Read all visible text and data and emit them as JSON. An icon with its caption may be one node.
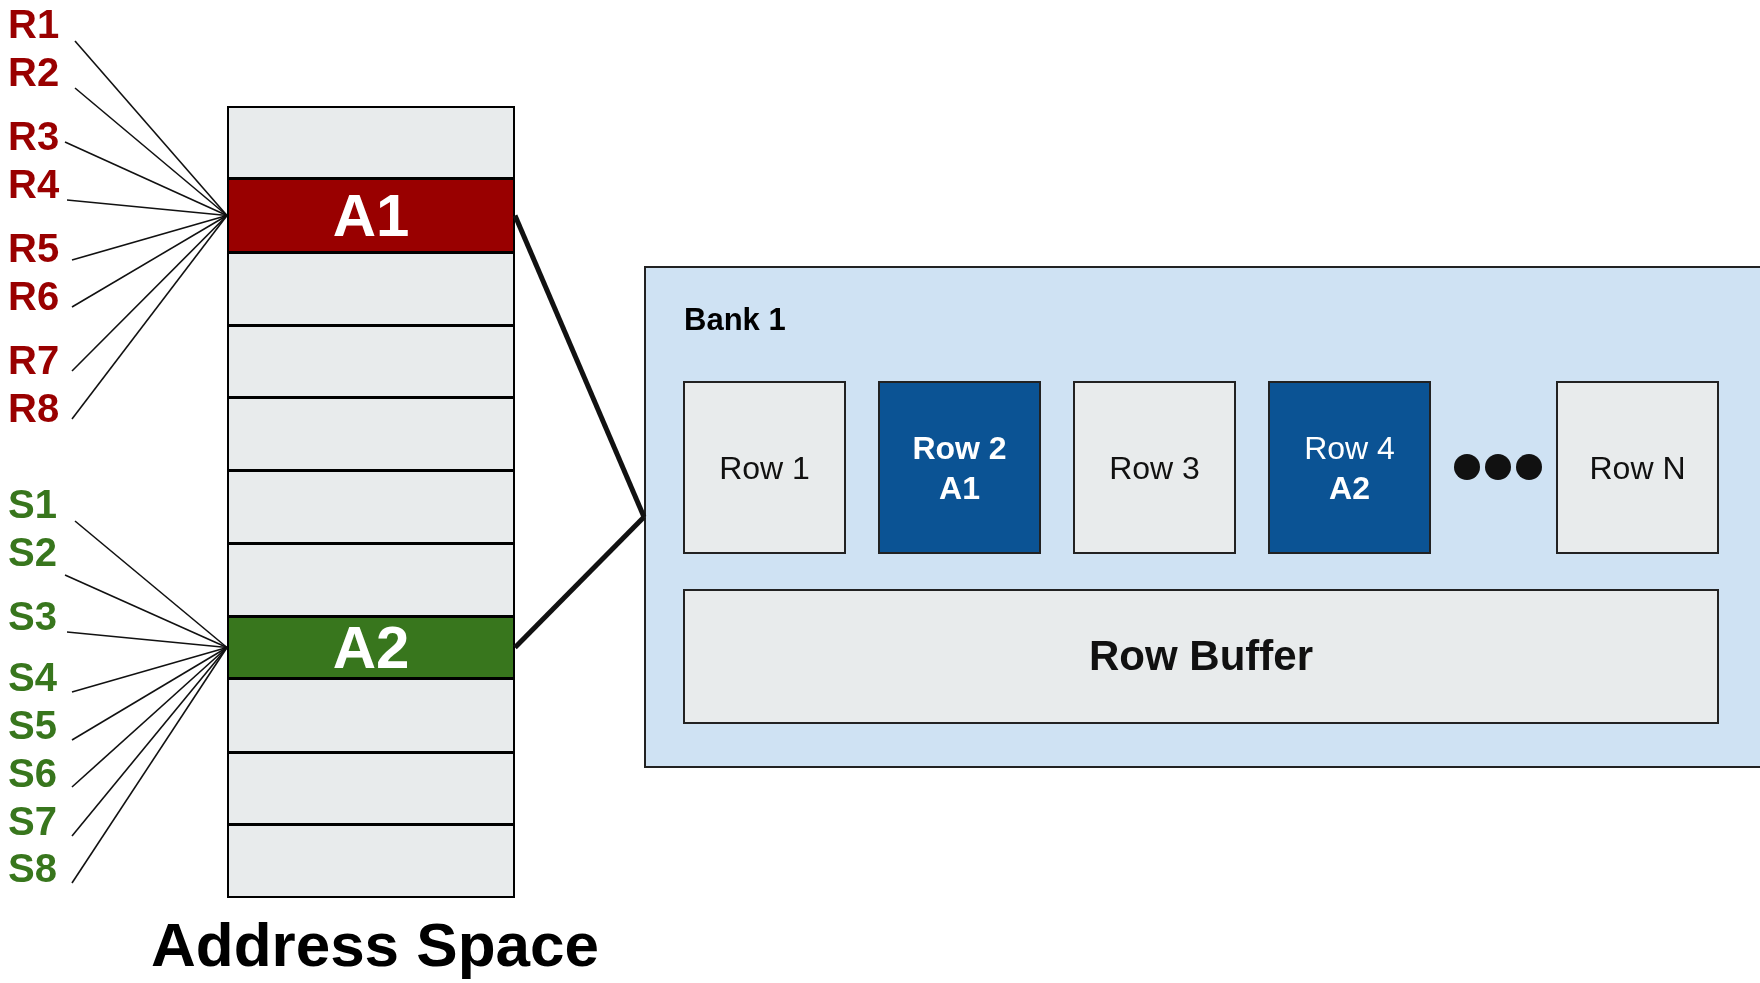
{
  "diagram": {
    "nodes": [
      {
        "text": [
          "Address Space"
        ]
      },
      {
        "text": [],
        "shape": "box",
        "in": 0
      },
      {
        "text": [
          "A1"
        ],
        "in": 0
      },
      {
        "text": [],
        "shape": "box",
        "in": 0
      },
      {
        "text": [],
        "shape": "box",
        "in": 0
      },
      {
        "text": [],
        "shape": "box",
        "in": 0
      },
      {
        "text": [],
        "shape": "box",
        "in": 0
      },
      {
        "text": [],
        "shape": "box",
        "in": 0
      },
      {
        "text": [
          "A2"
        ],
        "in": 0
      },
      {
        "text": [],
        "shape": "box",
        "in": 0
      },
      {
        "text": [],
        "shape": "box",
        "in": 0
      },
      {
        "text": [],
        "shape": "box",
        "in": 0
      },
      {
        "text": [
          "Bank 1"
        ]
      },
      {
        "text": [
          "Row 1"
        ],
        "in": 12
      },
      {
        "text": [
          "Row 2",
          "A1"
        ],
        "in": 12
      },
      {
        "text": [
          "Row 3"
        ],
        "in": 12
      },
      {
        "text": [
          "Row 4",
          "A2"
        ],
        "in": 12
      },
      {
        "text": [
          "Row N"
        ],
        "in": 12
      },
      {
        "text": [
          "Row Buffer"
        ],
        "in": 12
      },
      {
        "text": [
          "R1"
        ]
      },
      {
        "text": [
          "R2"
        ]
      },
      {
        "text": [
          "R3"
        ]
      },
      {
        "text": [
          "R4"
        ]
      },
      {
        "text": [
          "R5"
        ]
      },
      {
        "text": [
          "R6"
        ]
      },
      {
        "text": [
          "R7"
        ]
      },
      {
        "text": [
          "R8"
        ]
      },
      {
        "text": [
          "S1"
        ]
      },
      {
        "text": [
          "S2"
        ]
      },
      {
        "text": [
          "S3"
        ]
      },
      {
        "text": [
          "S4"
        ]
      },
      {
        "text": [
          "S5"
        ]
      },
      {
        "text": [
          "S6"
        ]
      },
      {
        "text": [
          "S7"
        ]
      },
      {
        "text": [
          "S8"
        ]
      }
    ],
    "edges": [
      {
        "from": 19,
        "to": 2,
        "arrow": "none"
      },
      {
        "from": 20,
        "to": 2,
        "arrow": "none"
      },
      {
        "from": 21,
        "to": 2,
        "arrow": "none"
      },
      {
        "from": 22,
        "to": 2,
        "arrow": "none"
      },
      {
        "from": 23,
        "to": 2,
        "arrow": "none"
      },
      {
        "from": 24,
        "to": 2,
        "arrow": "none"
      },
      {
        "from": 25,
        "to": 2,
        "arrow": "none"
      },
      {
        "from": 26,
        "to": 2,
        "arrow": "none"
      },
      {
        "from": 27,
        "to": 8,
        "arrow": "none"
      },
      {
        "from": 28,
        "to": 8,
        "arrow": "none"
      },
      {
        "from": 29,
        "to": 8,
        "arrow": "none"
      },
      {
        "from": 30,
        "to": 8,
        "arrow": "none"
      },
      {
        "from": 31,
        "to": 8,
        "arrow": "none"
      },
      {
        "from": 32,
        "to": 8,
        "arrow": "none"
      },
      {
        "from": 33,
        "to": 8,
        "arrow": "none"
      },
      {
        "from": 34,
        "to": 8,
        "arrow": "none"
      },
      {
        "from": 2,
        "to": 12,
        "arrow": "none",
        "style": "thick"
      },
      {
        "from": 8,
        "to": 12,
        "arrow": "none",
        "style": "thick"
      }
    ]
  }
}
